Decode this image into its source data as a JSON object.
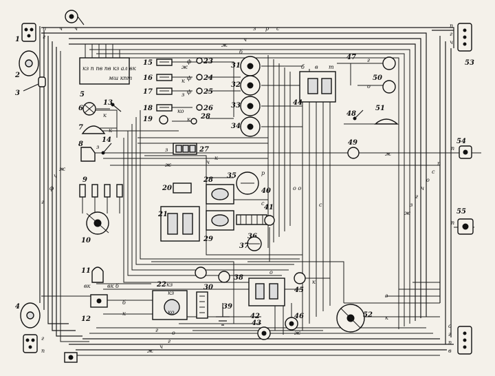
{
  "component_numbers": {
    "n1": "1",
    "n2": "2",
    "n3": "3",
    "n4": "4",
    "n5": "5",
    "n6": "6",
    "n7": "7",
    "n8": "8",
    "n9": "9",
    "n10": "10",
    "n11": "11",
    "n12": "12",
    "n13": "13",
    "n14": "14",
    "n15": "15",
    "n16": "16",
    "n17": "17",
    "n18": "18",
    "n19": "19",
    "n20": "20",
    "n21": "21",
    "n22": "22",
    "n23": "23",
    "n24": "24",
    "n25": "25",
    "n26": "26",
    "n27": "27",
    "n28a": "28",
    "n28b": "28",
    "n29": "29",
    "n30": "30",
    "n31": "31",
    "n32": "32",
    "n33": "33",
    "n34": "34",
    "n35": "35",
    "n36": "36",
    "n37": "37",
    "n38": "38",
    "n39": "39",
    "n40": "40",
    "n41": "41",
    "n42": "42",
    "n43": "43",
    "n44": "44",
    "n45": "45",
    "n46": "46",
    "n47": "47",
    "n48": "48",
    "n49": "49",
    "n50": "50",
    "n51": "51",
    "n52": "52",
    "n53": "53",
    "n54": "54",
    "n55": "55"
  },
  "wire_labels": {
    "top_n": "п",
    "top_ch1": "ч",
    "top_ch2": "ч",
    "top_ch3": "ч",
    "top_z": "з",
    "top_r": "р",
    "top_s": "с",
    "top_g": "г",
    "top_zh": "ж",
    "b_ch": "ч",
    "b_zh": "ж",
    "k15": "ж",
    "k16": "к",
    "k17": "з",
    "k18": "ко",
    "k23": "ф",
    "k24": "ф",
    "k25": "ф",
    "k26": "к",
    "k13": "к",
    "k14": "к",
    "k8": "з",
    "left_g": "г",
    "left_f": "ф",
    "left_ch": "ч",
    "left_zh": "ж",
    "r53a": "п",
    "r53b": "г",
    "r53c": "ч",
    "r55": "п",
    "r54": "п",
    "r47a": "г",
    "r47b": "о",
    "m49": "ж",
    "bl_g": "г",
    "bl_n": "п",
    "bot_g": "г",
    "bot_o": "о",
    "bot_g2": "г",
    "bot_ch": "ч",
    "bot_zh": "ж",
    "br_o": "о",
    "br_g": "г",
    "br_p": "п",
    "br_v": "в",
    "l12a": "б",
    "l12b": "к",
    "c27": "з",
    "c28": "к",
    "c42": "о",
    "r42": "к",
    "r52": "к",
    "t31": "б",
    "t44": "б",
    "t44b": "в",
    "tp44": "т",
    "n11": "вк",
    "n11b": "вк б",
    "rz": "з",
    "rz2": "з",
    "rg": "г",
    "rch": "ч",
    "rzh": "ж",
    "ro": "о",
    "rs": "с",
    "rp": "п",
    "m35": "р",
    "m40": "с",
    "m_oo": "о о",
    "m_s": "с",
    "m_k3": "кз",
    "c22": "кз",
    "b_ko": "ко",
    "b_zh2": "ж"
  },
  "block_labels": {
    "b5_top": "кз п пв пв кз ал вк",
    "b5_side": "мш кпт"
  }
}
